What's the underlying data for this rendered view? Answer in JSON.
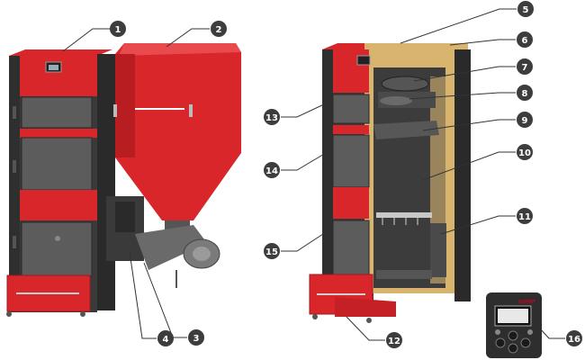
{
  "callouts": [
    "1",
    "2",
    "3",
    "4",
    "5",
    "6",
    "7",
    "8",
    "9",
    "10",
    "11",
    "12",
    "13",
    "14",
    "15",
    "16"
  ],
  "controller": {
    "brand": "KERMIT"
  },
  "colors": {
    "red": "#d8262b",
    "red_dark": "#9e1a1e",
    "body_dark": "#3a3a3a",
    "door_gray": "#5c5c5c",
    "insulation": "#d9b46f",
    "callout_bg": "#3d3d3d",
    "line": "#333333"
  }
}
